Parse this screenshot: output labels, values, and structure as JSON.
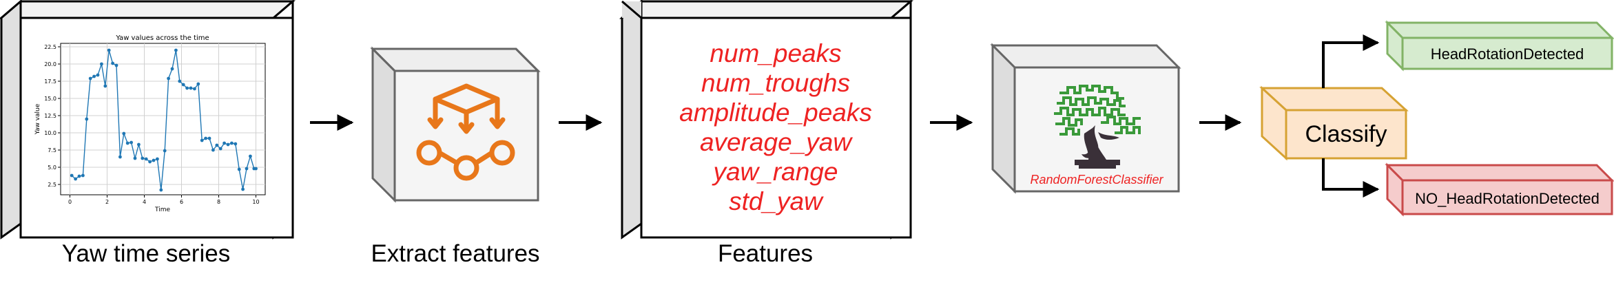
{
  "steps": {
    "time_series": {
      "caption": "Yaw time series"
    },
    "extract": {
      "caption": "Extract features",
      "icon": "flow-split-icon"
    },
    "features": {
      "caption": "Features",
      "items": [
        "num_peaks",
        "num_troughs",
        "amplitude_peaks",
        "average_yaw",
        "yaw_range",
        "std_yaw"
      ]
    },
    "model": {
      "label": "RandomForestClassifier",
      "icon": "bonsai-tree-icon"
    },
    "classify": {
      "label": "Classify"
    },
    "outputs": {
      "positive": "HeadRotationDetected",
      "negative": "NO_HeadRotationDetected"
    }
  },
  "colors": {
    "feature_text": "#ee2222",
    "extract_icon": "#e8771a",
    "classify_fill": "#fde5cc",
    "classify_stroke": "#d6a233",
    "positive_fill": "#d6ebcf",
    "positive_stroke": "#82b366",
    "negative_fill": "#f5cccc",
    "negative_stroke": "#c94a4a",
    "series_line": "#1f77b4"
  },
  "chart_data": {
    "type": "line",
    "title": "Yaw values across the time",
    "xlabel": "Time",
    "ylabel": "Yaw value",
    "xlim": [
      -0.5,
      10.5
    ],
    "ylim": [
      1.0,
      23.0
    ],
    "xticks": [
      0,
      2,
      4,
      6,
      8,
      10
    ],
    "xtick_labels": [
      "0",
      "2",
      "4",
      "6",
      "8",
      "10"
    ],
    "yticks": [
      2.5,
      5.0,
      7.5,
      10.0,
      12.5,
      15.0,
      17.5,
      20.0,
      22.5
    ],
    "ytick_labels": [
      "2.5",
      "5.0",
      "7.5",
      "10.0",
      "12.5",
      "15.0",
      "17.5",
      "20.0",
      "22.5"
    ],
    "grid": true,
    "series": [
      {
        "x": [
          0.1,
          0.3,
          0.5,
          0.7,
          0.9,
          1.1,
          1.3,
          1.5,
          1.7,
          1.9,
          2.1,
          2.3,
          2.5,
          2.7,
          2.9,
          3.1,
          3.3,
          3.5,
          3.7,
          3.9,
          4.1,
          4.3,
          4.5,
          4.7,
          4.9,
          5.1,
          5.3,
          5.5,
          5.7,
          5.9,
          6.1,
          6.3,
          6.5,
          6.7,
          6.9,
          7.1,
          7.3,
          7.5,
          7.7,
          7.9,
          8.1,
          8.3,
          8.5,
          8.7,
          8.9,
          9.1,
          9.3,
          9.5,
          9.7,
          9.9,
          10.0
        ],
        "y": [
          3.8,
          3.3,
          3.7,
          3.8,
          12.0,
          17.9,
          18.2,
          18.4,
          20.0,
          16.8,
          22.0,
          20.1,
          19.8,
          6.5,
          9.9,
          8.5,
          8.6,
          6.3,
          8.3,
          6.3,
          6.2,
          5.8,
          6.0,
          6.2,
          1.7,
          7.4,
          17.9,
          19.3,
          22.0,
          17.5,
          17.0,
          16.5,
          16.5,
          16.4,
          17.1,
          8.9,
          9.2,
          9.2,
          7.5,
          8.2,
          7.7,
          8.5,
          8.3,
          8.5,
          8.4,
          4.7,
          1.8,
          4.8,
          6.6,
          4.8,
          4.8
        ]
      }
    ]
  }
}
